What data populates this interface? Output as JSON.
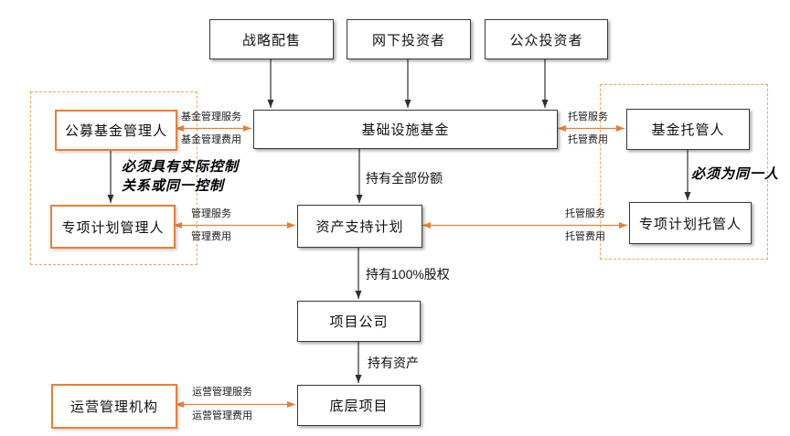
{
  "diagram": {
    "nodes": {
      "strategic_placement": "战略配售",
      "offline_investors": "网下投资者",
      "public_investors": "公众投资者",
      "infrastructure_fund": "基础设施基金",
      "public_fund_manager": "公募基金管理人",
      "special_plan_manager": "专项计划管理人",
      "fund_custodian": "基金托管人",
      "special_plan_custodian": "专项计划托管人",
      "asset_backed_plan": "资产支持计划",
      "project_company": "项目公司",
      "underlying_project": "底层项目",
      "operation_manager": "运营管理机构"
    },
    "edge_labels": {
      "fund_mgmt_service": "基金管理服务",
      "fund_mgmt_fee": "基金管理费用",
      "custody_service_top": "托管服务",
      "custody_fee_top": "托管费用",
      "mgmt_service": "管理服务",
      "mgmt_fee": "管理费用",
      "custody_service_mid": "托管服务",
      "custody_fee_mid": "托管费用",
      "ops_service": "运营管理服务",
      "ops_fee": "运营管理费用",
      "holds_all_shares": "持有全部份额",
      "holds_100_equity": "持有100%股权",
      "holds_assets": "持有资产"
    },
    "annotations": {
      "control_note_line1": "必须具有实际控制",
      "control_note_line2": "关系或同一控制",
      "same_person_note": "必须为同一人"
    },
    "colors": {
      "accent_orange": "#ED7D31",
      "dashed_orange": "#F4A460",
      "line_black": "#303030"
    }
  }
}
